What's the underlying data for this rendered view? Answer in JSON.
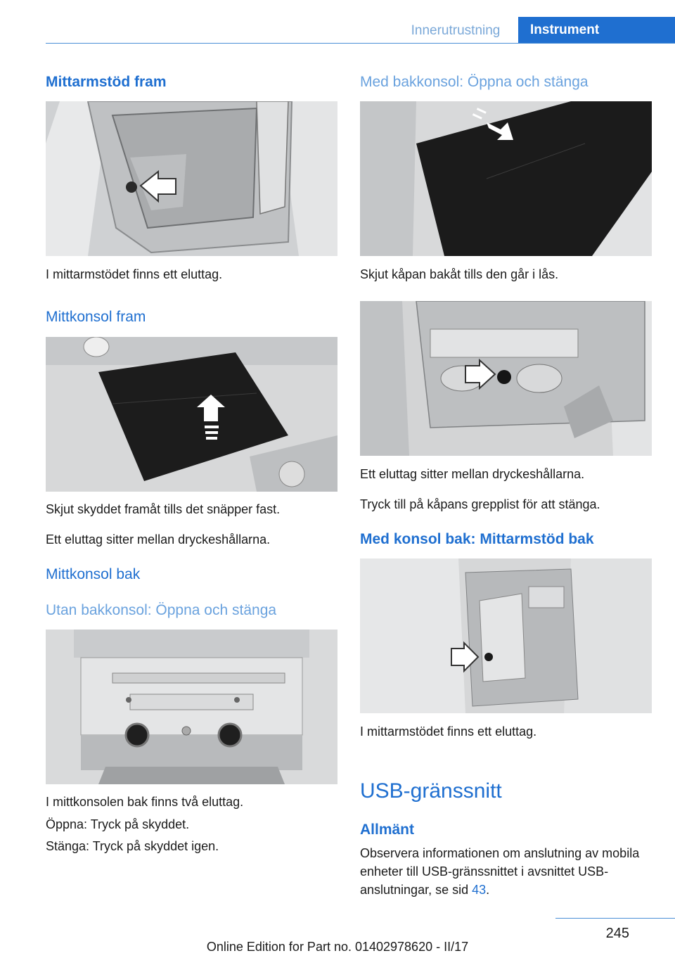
{
  "header": {
    "tab_inactive": "Innerutrustning",
    "tab_active": "Instrument"
  },
  "left": {
    "h_armrest_front": "Mittarmstöd fram",
    "p_armrest_front": "I mittarmstödet finns ett eluttag.",
    "h_console_front": "Mittkonsol fram",
    "p_console_front_1": "Skjut skyddet framåt tills det snäpper fast.",
    "p_console_front_2": "Ett eluttag sitter mellan dryckeshållarna.",
    "h_console_rear": "Mittkonsol bak",
    "h_without_rear_console": "Utan bakkonsol: Öppna och stänga",
    "p_rear_1": "I mittkonsolen bak finns två eluttag.",
    "p_rear_2": "Öppna: Tryck på skyddet.",
    "p_rear_3": "Stänga: Tryck på skyddet igen."
  },
  "right": {
    "h_with_rear_console": "Med bakkonsol: Öppna och stänga",
    "p_slide": "Skjut kåpan bakåt tills den går i lås.",
    "p_socket": "Ett eluttag sitter mellan dryckeshållarna.",
    "p_close": "Tryck till på kåpans grepplist för att stänga.",
    "h_rear_armrest": "Med konsol bak: Mittarmstöd bak",
    "p_armrest_rear": "I mittarmstödet finns ett eluttag.",
    "h_usb": "USB-gränssnitt",
    "h_general": "Allmänt",
    "p_usb_text": "Observera informationen om anslutning av mobila enheter till USB-gränssnittet i avsnittet USB-anslutningar, se sid ",
    "p_usb_link": "43",
    "p_usb_end": "."
  },
  "footer": {
    "page_number": "245",
    "edition": "Online Edition for Part no. 01402978620 - II/17"
  }
}
